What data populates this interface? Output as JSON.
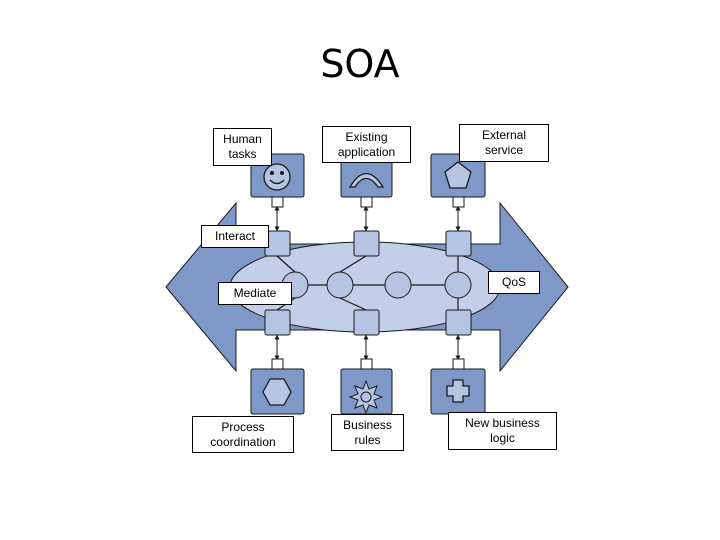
{
  "title": "SOA",
  "labels": {
    "human_tasks": "Human\ntasks",
    "existing_application": "Existing\napplication",
    "external_service": "External\nservice",
    "interact": "Interact",
    "mediate": "Mediate",
    "qos": "QoS",
    "process_coordination": "Process\ncoordination",
    "business_rules": "Business\nrules",
    "new_business_logic": "New business\nlogic"
  },
  "colors": {
    "arrow": "#7e98c8",
    "ellipse": "#c3cfe8",
    "node": "#b4c4e2",
    "tile": "#7e98c8",
    "outline": "#1a1a1a"
  },
  "icons": {
    "top": [
      "smiley-icon",
      "frown-icon",
      "pentagon-icon"
    ],
    "bottom": [
      "hexagon-icon",
      "sun-icon",
      "cross-icon"
    ]
  }
}
